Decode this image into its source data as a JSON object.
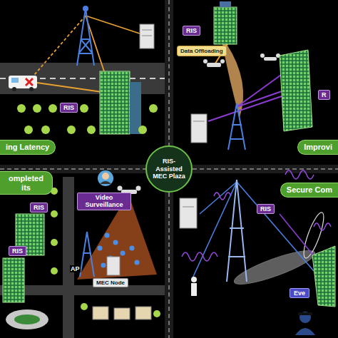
{
  "diagram": {
    "nodes": [
      {
        "text": [
          "RIS"
        ]
      },
      {
        "text": [
          "Data Offloading"
        ]
      },
      {
        "text": [
          "RIS"
        ]
      },
      {
        "text": [
          "R"
        ]
      },
      {
        "text": [
          "ing Latency"
        ]
      },
      {
        "text": [
          "RIS-Assisted MEC Plaza"
        ]
      },
      {
        "text": [
          "Improvi"
        ]
      },
      {
        "text": [
          "ompleted its"
        ]
      },
      {
        "text": [
          "Video Surveillance"
        ]
      },
      {
        "text": [
          "RIS"
        ]
      },
      {
        "text": [
          "Secure Com"
        ]
      },
      {
        "text": [
          "RIS"
        ]
      },
      {
        "text": [
          "RIS"
        ]
      },
      {
        "text": [
          "MEC Node"
        ]
      },
      {
        "text": [
          "Eve"
        ]
      }
    ],
    "labels": [
      "AP"
    ]
  }
}
